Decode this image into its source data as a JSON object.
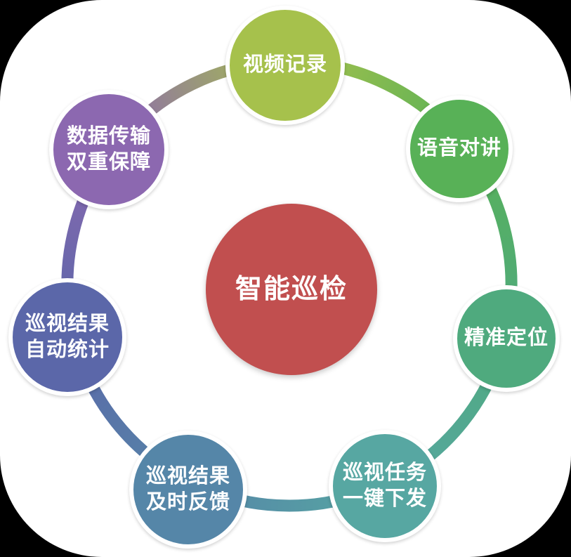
{
  "diagram": {
    "title": "智能巡检",
    "center": {
      "id": "smart-inspection",
      "label": "智能巡检",
      "color": "#c14f4f"
    },
    "nodes": [
      {
        "id": "video-recording",
        "label": "视频记录",
        "color": "#a6c14c"
      },
      {
        "id": "voice-intercom",
        "label": "语音对讲",
        "color": "#58b157"
      },
      {
        "id": "precise-positioning",
        "label": "精准定位",
        "color": "#4faa7e"
      },
      {
        "id": "task-dispatch",
        "label": "巡视任务\n一键下发",
        "color": "#57a7a2"
      },
      {
        "id": "result-feedback",
        "label": "巡视结果\n及时反馈",
        "color": "#5586a8"
      },
      {
        "id": "result-statistics",
        "label": "巡视结果\n自动统计",
        "color": "#5b67a9"
      },
      {
        "id": "data-transmission",
        "label": "数据传输\n双重保障",
        "color": "#8c68b0"
      }
    ]
  }
}
